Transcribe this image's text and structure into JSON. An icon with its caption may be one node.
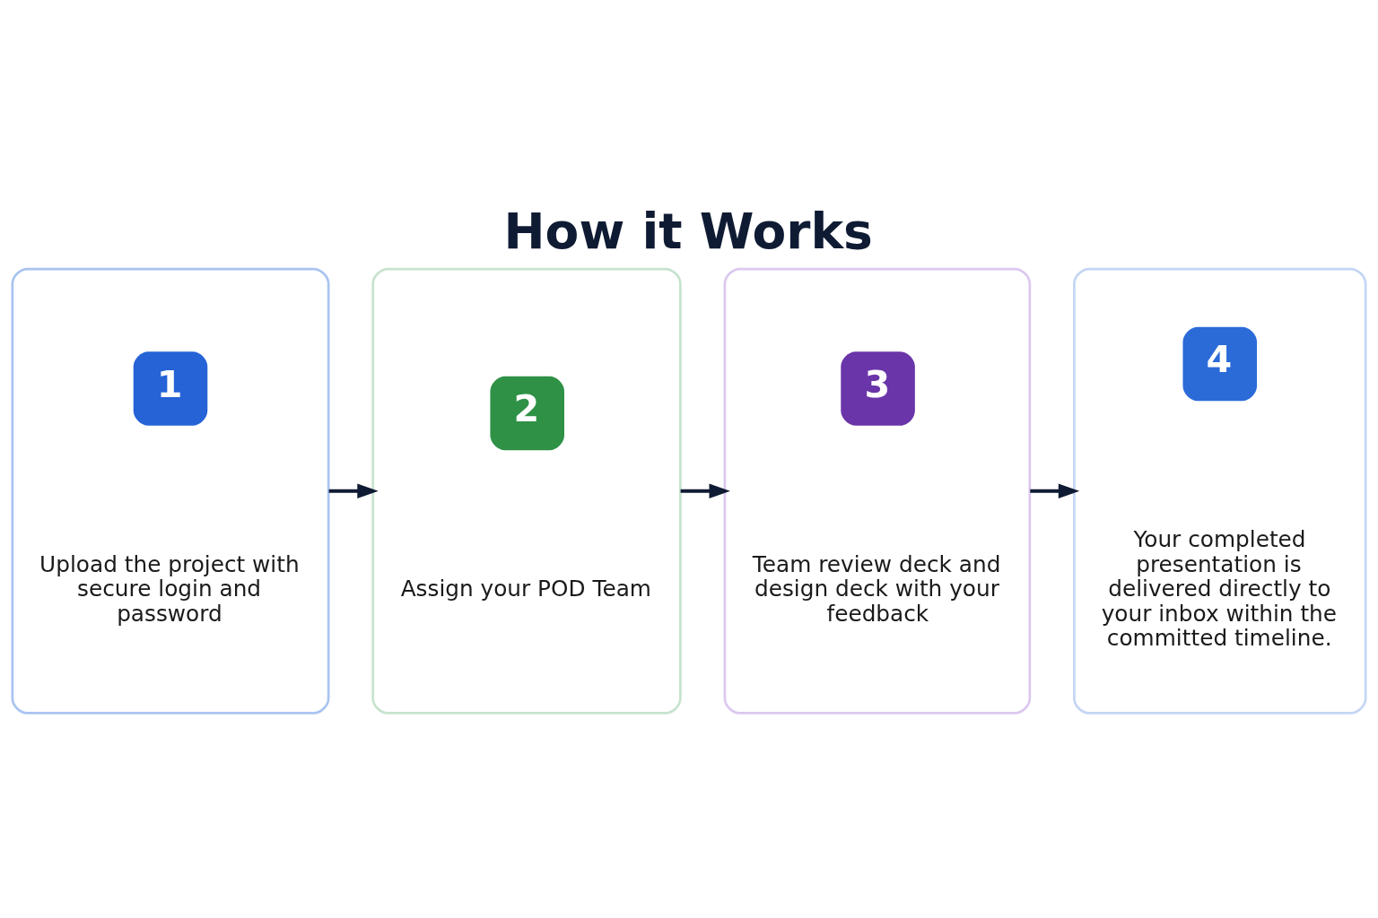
{
  "diagram": {
    "title": "How it Works",
    "nodes": [
      {
        "text": [
          "1",
          "Upload the project with secure login and password"
        ]
      },
      {
        "text": [
          "2",
          "Assign your POD Team"
        ]
      },
      {
        "text": [
          "3",
          "Team review deck and design deck with your feedback"
        ]
      },
      {
        "text": [
          "4",
          "Your completed presentation is delivered directly to your inbox within the committed timeline."
        ]
      }
    ],
    "edges": [
      {
        "from": 0,
        "to": 1,
        "arrow": "to"
      },
      {
        "from": 1,
        "to": 2,
        "arrow": "to"
      },
      {
        "from": 2,
        "to": 3,
        "arrow": "to"
      }
    ]
  }
}
